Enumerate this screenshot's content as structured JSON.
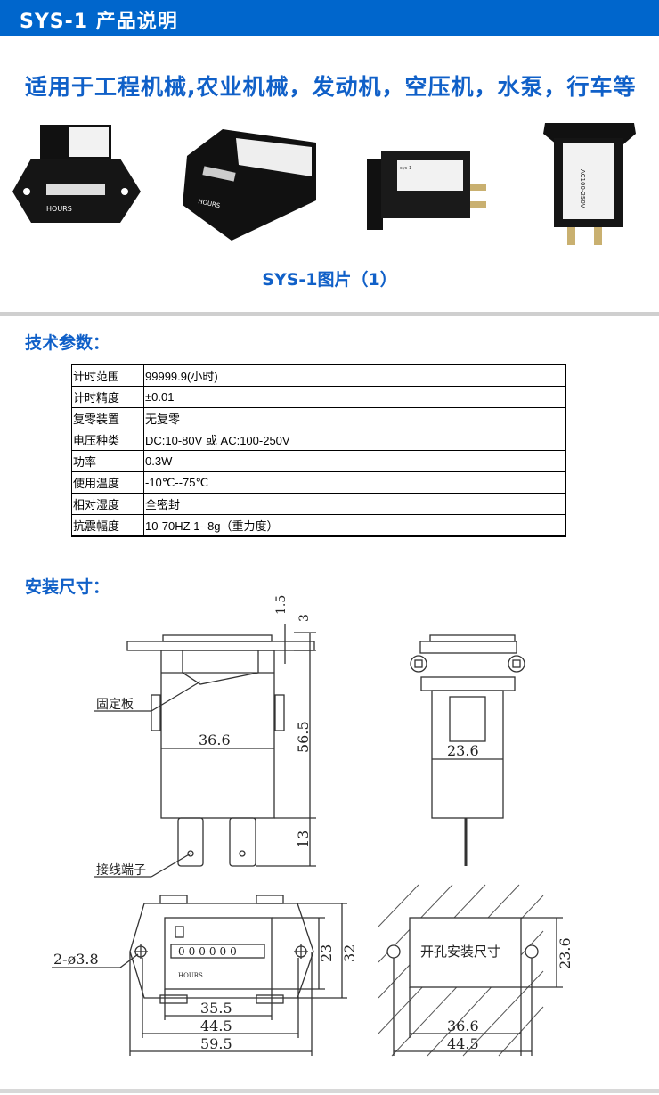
{
  "header": {
    "title": "SYS-1 产品说明",
    "color": "#0066cc"
  },
  "applications": "适用于工程机械,农业机械，发动机，空压机，水泵，行车等",
  "photos": {
    "caption": "SYS-1图片（1）",
    "counter_label": "HOURS",
    "voltage_label": "AC100-250V",
    "brand_label": "sys-1"
  },
  "specs": {
    "heading": "技术参数：",
    "rows": [
      {
        "key": "计时范围",
        "value": "99999.9(小时)"
      },
      {
        "key": "计时精度",
        "value": "±0.01"
      },
      {
        "key": "复零装置",
        "value": "无复零"
      },
      {
        "key": "电压种类",
        "value": "DC:10-80V  或 AC:100-250V"
      },
      {
        "key": "功率",
        "value": "0.3W"
      },
      {
        "key": "使用温度",
        "value": "-10℃--75℃"
      },
      {
        "key": "相对湿度",
        "value": "全密封"
      },
      {
        "key": "抗震幅度",
        "value": "10-70HZ 1--8g（重力度）"
      }
    ]
  },
  "dimensions": {
    "heading": "安装尺寸：",
    "side_view": {
      "d_1_5": "1.5",
      "d_3": "3",
      "d_56_5": "56.5",
      "d_13": "13",
      "d_36_6": "36.6",
      "label_plate": "固定板",
      "label_terminal": "接线端子"
    },
    "end_view": {
      "d_23_6": "23.6"
    },
    "front_view": {
      "holes": "2-ø3.8",
      "d_23": "23",
      "d_32": "32",
      "d_35_5": "35.5",
      "d_44_5": "44.5",
      "d_59_5": "59.5",
      "digits": "000000",
      "counter_label": "HOURS"
    },
    "cutout": {
      "label": "开孔安装尺寸",
      "d_23_6": "23.6",
      "d_36_6": "36.6",
      "d_44_5": "44.5"
    }
  }
}
